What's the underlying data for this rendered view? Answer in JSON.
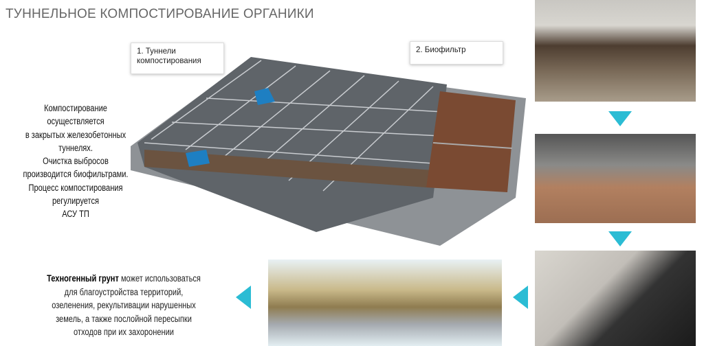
{
  "title": "ТУННЕЛЬНОЕ КОМПОСТИРОВАНИЕ ОРГАНИКИ",
  "callouts": [
    "1. Туннели компостирования",
    "2. Биофильтр"
  ],
  "left_text": [
    "Компостирование",
    "осуществляется",
    "в закрытых железобетонных",
    "туннелях.",
    "Очистка выбросов",
    "производится биофильтрами.",
    "Процесс компостирования",
    "регулируется",
    "АСУ ТП"
  ],
  "bottom_text": {
    "bold": "Техногенный грунт",
    "rest": " может использоваться",
    "lines": [
      "для благоустройства территорий,",
      "озеленения, рекультивации нарушенных",
      "земель, а также послойной пересыпки",
      "отходов при их захоронении"
    ]
  },
  "accent": "#2bbcd4"
}
